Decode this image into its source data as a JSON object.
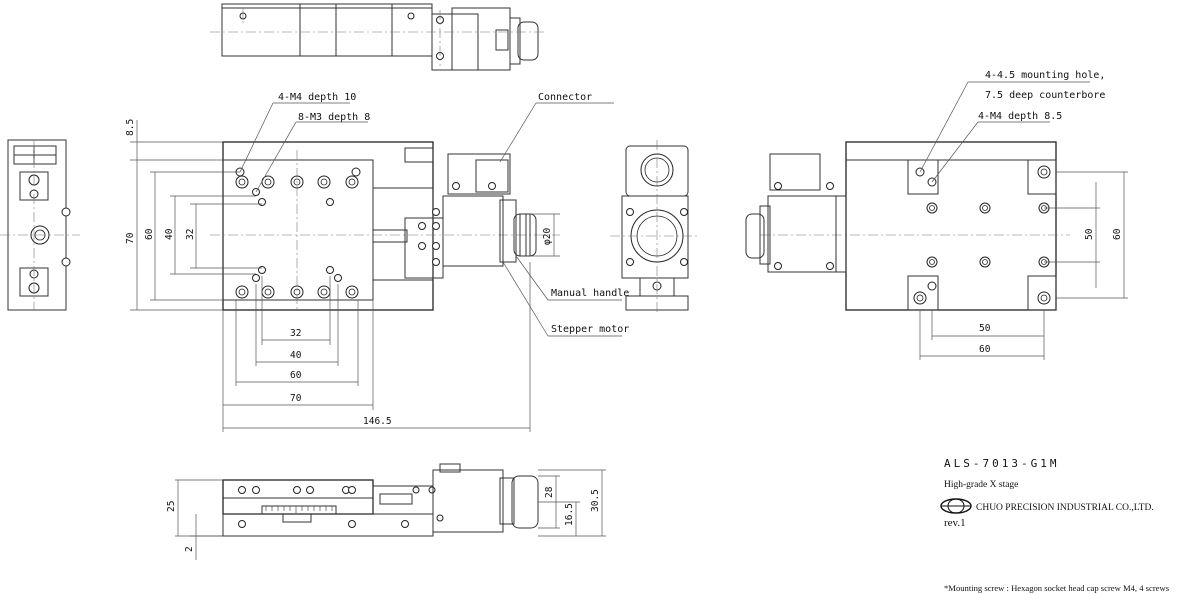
{
  "callouts": {
    "m4_depth10": "4-M4 depth 10",
    "m3_depth8": "8-M3 depth 8",
    "connector": "Connector",
    "manual_handle": "Manual handle",
    "stepper_motor": "Stepper motor",
    "mounting_hole_1": "4-4.5 mounting hole,",
    "mounting_hole_2": "7.5 deep counterbore",
    "m4_depth85": "4-M4 depth 8.5"
  },
  "dimensions": {
    "top_offset": "8.5",
    "height_70": "70",
    "height_60": "60",
    "height_40": "40",
    "height_32": "32",
    "width_32": "32",
    "width_40": "40",
    "width_60": "60",
    "width_70": "70",
    "width_146": "146.5",
    "handle_dia": "φ20",
    "right_50v": "50",
    "right_60v": "60",
    "right_50h": "50",
    "right_60h": "60",
    "side_25": "25",
    "side_2": "2",
    "side_28": "28",
    "side_16": "16.5",
    "side_30": "30.5"
  },
  "title_block": {
    "model": "ALS-7013-G1M",
    "description": "High-grade X stage",
    "company": "CHUO PRECISION INDUSTRIAL CO.,LTD.",
    "revision": "rev.1"
  },
  "footnote": "*Mounting screw : Hexagon socket head cap screw M4, 4 screws"
}
